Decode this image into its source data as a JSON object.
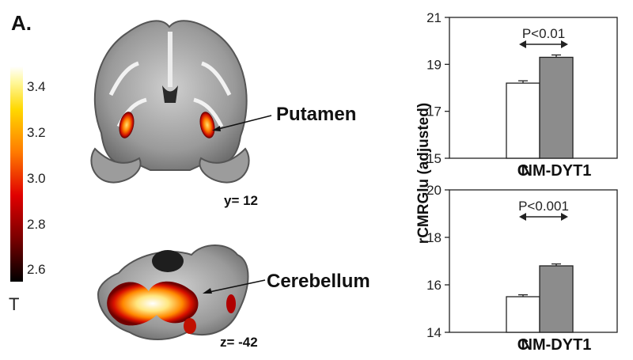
{
  "figure": {
    "panel_label": "A.",
    "colorbar": {
      "ticks": [
        "3.4",
        "3.2",
        "3.0",
        "2.8",
        "2.6"
      ],
      "tick_values": [
        3.4,
        3.2,
        3.0,
        2.8,
        2.6
      ],
      "range": [
        2.5,
        3.5
      ],
      "label": "T",
      "colors": [
        "#000000",
        "#7a0000",
        "#e00000",
        "#ff7a00",
        "#ffd800",
        "#fff8a0",
        "#ffffff"
      ]
    },
    "coronal": {
      "coord": "y= 12",
      "region": "Putamen"
    },
    "axial": {
      "coord": "z= -42",
      "region": "Cerebellum"
    }
  },
  "shared_ylabel": "rCMRGlu (adjusted)",
  "chart_data": [
    {
      "type": "bar",
      "categories": [
        "C",
        "NM-DYT1"
      ],
      "values": [
        18.2,
        19.3
      ],
      "errors": [
        0.1,
        0.1
      ],
      "ylim": [
        15,
        21
      ],
      "yticks": [
        15,
        17,
        19,
        21
      ],
      "annotation": "P<0.01",
      "colors": [
        "#ffffff",
        "#8c8c8c"
      ]
    },
    {
      "type": "bar",
      "categories": [
        "C",
        "NM-DYT1"
      ],
      "values": [
        15.5,
        16.8
      ],
      "errors": [
        0.08,
        0.08
      ],
      "ylim": [
        14,
        20
      ],
      "yticks": [
        14,
        16,
        18,
        20
      ],
      "annotation": "P<0.001",
      "colors": [
        "#ffffff",
        "#8c8c8c"
      ]
    }
  ]
}
